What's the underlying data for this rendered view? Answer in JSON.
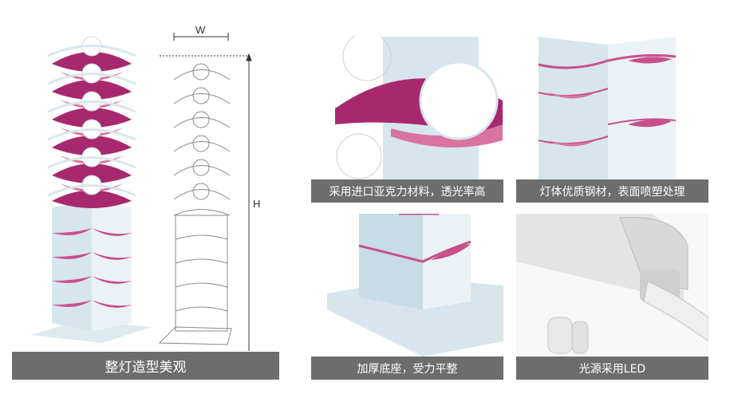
{
  "main": {
    "caption": "整灯造型美观",
    "width_label": "W",
    "height_label": "H"
  },
  "details": [
    {
      "caption": "采用进口亚克力材料，透光率高"
    },
    {
      "caption": "灯体优质钢材，表面喷塑处理"
    },
    {
      "caption": "加厚底座，受力平整"
    },
    {
      "caption": "光源采用LED"
    }
  ],
  "colors": {
    "magenta": "#a8286f",
    "pink": "#d9739f",
    "light_blue": "#d6e6ec",
    "caption_bg": "#6d6d6d"
  }
}
